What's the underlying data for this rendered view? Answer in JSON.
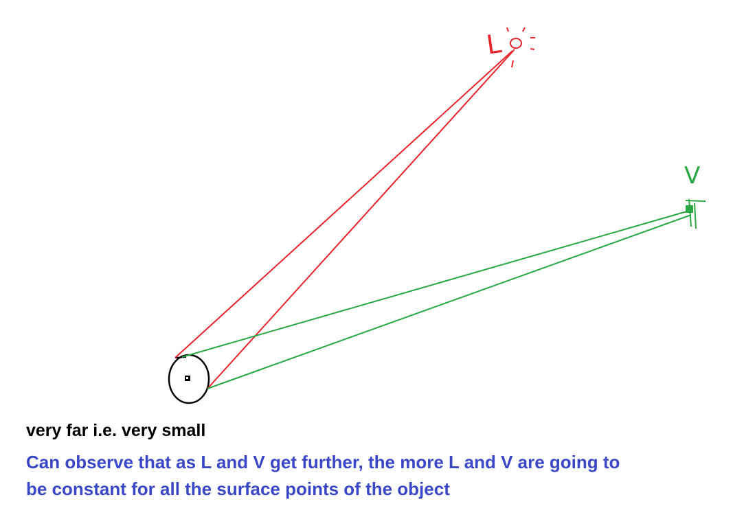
{
  "colors": {
    "light": "#e8232a",
    "view": "#27a844",
    "object": "#000000",
    "note": "#3a48c8",
    "background": "#ffffff"
  },
  "labels": {
    "light": "L",
    "view": "V"
  },
  "icons": {
    "light_source": "sun-icon",
    "viewer": "eye-icon",
    "object": "sphere-object"
  },
  "captions": {
    "size_note": "very far i.e. very small",
    "observation_line_1": "Can observe that as L and V get further, the more L and V are going to",
    "observation_line_2": "be constant for all the surface points of the object"
  }
}
